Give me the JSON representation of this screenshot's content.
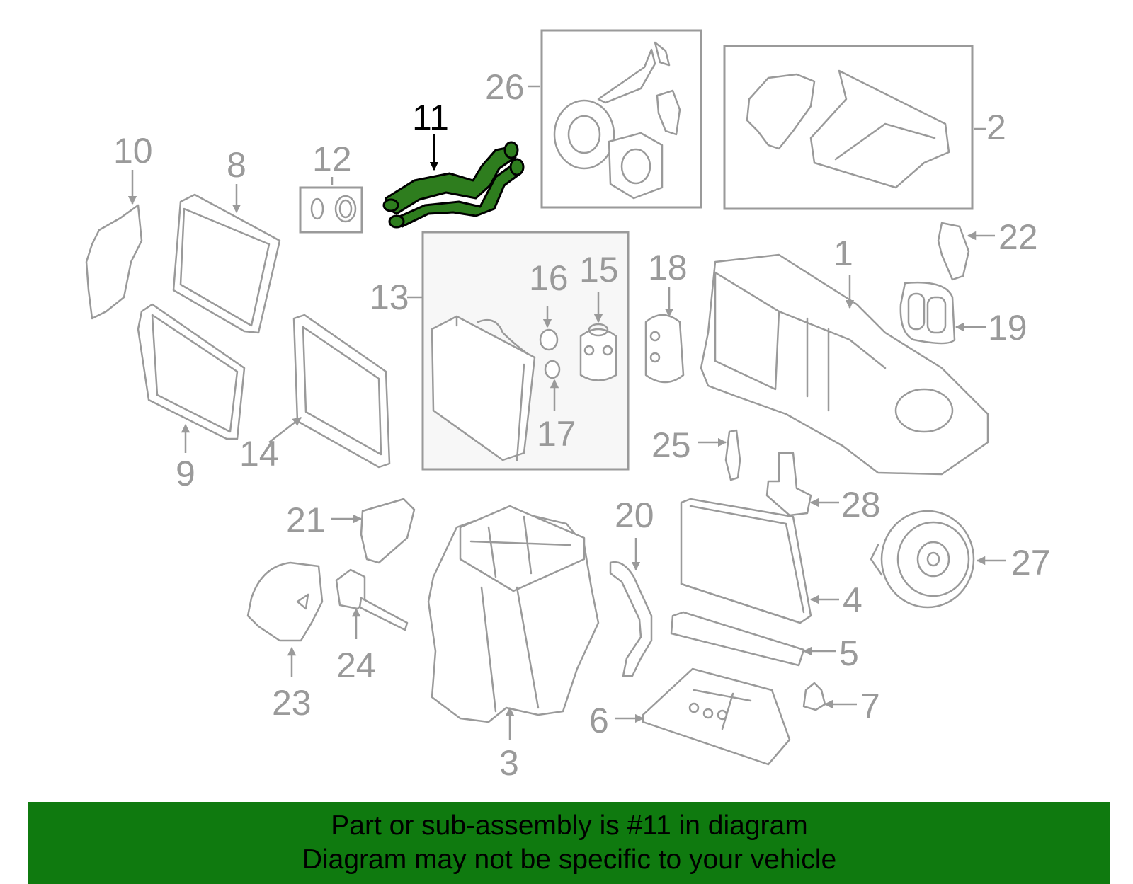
{
  "highlight_color": "#2e7d1e",
  "banner_color": "#0f7a0f",
  "label_color": "#9a9a9a",
  "callouts": {
    "p1": "1",
    "p2": "2",
    "p3": "3",
    "p4": "4",
    "p5": "5",
    "p6": "6",
    "p7": "7",
    "p8": "8",
    "p9": "9",
    "p10": "10",
    "p11": "11",
    "p12": "12",
    "p13": "13",
    "p14": "14",
    "p15": "15",
    "p16": "16",
    "p17": "17",
    "p18": "18",
    "p19": "19",
    "p20": "20",
    "p21": "21",
    "p22": "22",
    "p23": "23",
    "p24": "24",
    "p25": "25",
    "p26": "26",
    "p27": "27",
    "p28": "28"
  },
  "highlighted_part": "11",
  "banner": {
    "line1": "Part or sub-assembly is #11 in diagram",
    "line2": "Diagram may not be specific to your vehicle"
  }
}
